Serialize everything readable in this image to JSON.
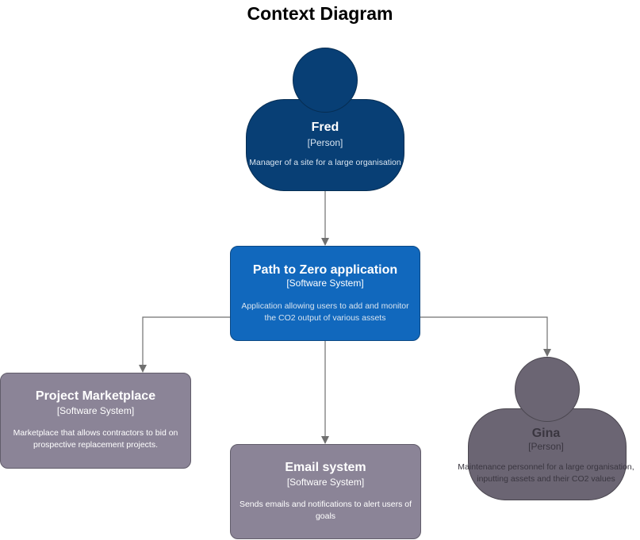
{
  "title": "Context Diagram",
  "colors": {
    "person_internal": "#083f75",
    "person_internal_border": "#062d52",
    "software_system": "#1168bd",
    "software_system_border": "#0b4884",
    "external_system": "#8b8497",
    "external_system_border": "#615c6a",
    "external_person": "#6b6573",
    "external_person_border": "#4b4750",
    "edge": "#707070",
    "desc_text_light": "#d8e4f0",
    "external_person_text": "#3a3640"
  },
  "nodes": {
    "fred": {
      "name": "Fred",
      "type": "[Person]",
      "description": "Manager of a site for a large organisation"
    },
    "path_to_zero": {
      "name": "Path to Zero application",
      "type": "[Software System]",
      "description": "Application allowing users to add and monitor the CO2 output of various assets"
    },
    "project_marketplace": {
      "name": "Project Marketplace",
      "type": "[Software System]",
      "description": "Marketplace that allows contractors to bid on prospective replacement projects."
    },
    "email_system": {
      "name": "Email system",
      "type": "[Software System]",
      "description": "Sends emails and notifications to alert users of goals"
    },
    "gina": {
      "name": "Gina",
      "type": "[Person]",
      "description": "Maintenance personnel for a large organisation, inputting assets and their CO2 values"
    }
  }
}
